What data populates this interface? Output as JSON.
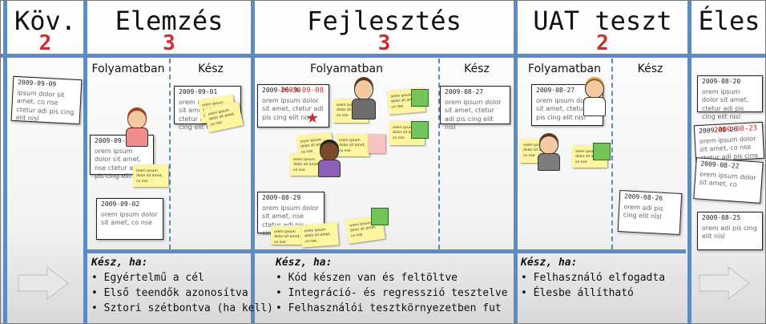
{
  "columns": {
    "kov": {
      "title": "Köv.",
      "wip": "2"
    },
    "elemzes": {
      "title": "Elemzés",
      "wip": "3"
    },
    "fejlesztes": {
      "title": "Fejlesztés",
      "wip": "3"
    },
    "uat": {
      "title": "UAT teszt",
      "wip": "2"
    },
    "eles": {
      "title": "Éles"
    }
  },
  "subheaders": {
    "in_progress": "Folyamatban",
    "done": "Kész"
  },
  "cards": {
    "c1": {
      "date": "2009-09-09",
      "text": "ipsum dolor sit amet, co nse ctetur adi pis cing elit nisl"
    },
    "c2": {
      "date": "2009-09-01",
      "text": "orem ipsum dolor sit amet, co nse ctetur adi pis cing elit nisl"
    },
    "c3": {
      "date": "2009-09-02",
      "text": "orem ipsum dolor sit amet, nse ctetur adi pis cing elit nisl"
    },
    "c4": {
      "date": "2009-09-02",
      "text": "orem ipsum dolor sit amet, co nse"
    },
    "c5": {
      "date": "2009-06-30",
      "date2": "2009-09-08",
      "text": "orem ipsum dolor sit amet, ctetur adi pis cing elit nisl"
    },
    "c6": {
      "date": "2009-08-29",
      "text": "orem ipsum dolor sit amet, nse ctetur adi pis cing elit nisl"
    },
    "c7": {
      "date": "2009-08-27",
      "text": "orem ipsum dolor sit amet, ctetur adi pis cing elit nisl"
    },
    "c8": {
      "date": "2009-08-27",
      "text": "orem ipsum dolor sit amet, ctetur adi pis cing elit nisl"
    },
    "c9": {
      "date": "2009-08-26",
      "text": "orem adi pis cing elit nisl"
    },
    "c10": {
      "date": "2009-08-20",
      "text": "orem ipsum dolor sit amet, ctetur adi pis cing elit nisl"
    },
    "c11": {
      "date": "2009-08-20",
      "date2": "2009-08-23",
      "text": "orem ipsum dolor sit amet, co nse ctetur adi pis cing elit nisl"
    },
    "c12": {
      "date": "2009-08-22",
      "text": "orem ipsum dolor sit amet, co"
    },
    "c13": {
      "date": "2009-08-25",
      "text": "orem adi pis cing elit nisl"
    }
  },
  "sticky_text": "orem ipsum dolor sit amet, co nse",
  "dod": {
    "elemzes": {
      "title": "Kész, ha:",
      "items": [
        "Egyértelmű a cél",
        "Első teendők azonosítva",
        "Sztori szétbontva (ha kell)"
      ]
    },
    "fejlesztes": {
      "title": "Kész, ha:",
      "items": [
        "Kód készen van és feltöltve",
        "Integráció- és regresszió tesztelve",
        "Felhasználói tesztkörnyezetben fut"
      ]
    },
    "uat": {
      "title": "Kész, ha:",
      "items": [
        "Felhasználó elfogadta",
        "Élesbe állítható"
      ]
    }
  },
  "colors": {
    "line": "#5b8cc6",
    "wip": "#d12b2b",
    "sticky": "#fdf5a0",
    "marker": "#73c45b"
  }
}
